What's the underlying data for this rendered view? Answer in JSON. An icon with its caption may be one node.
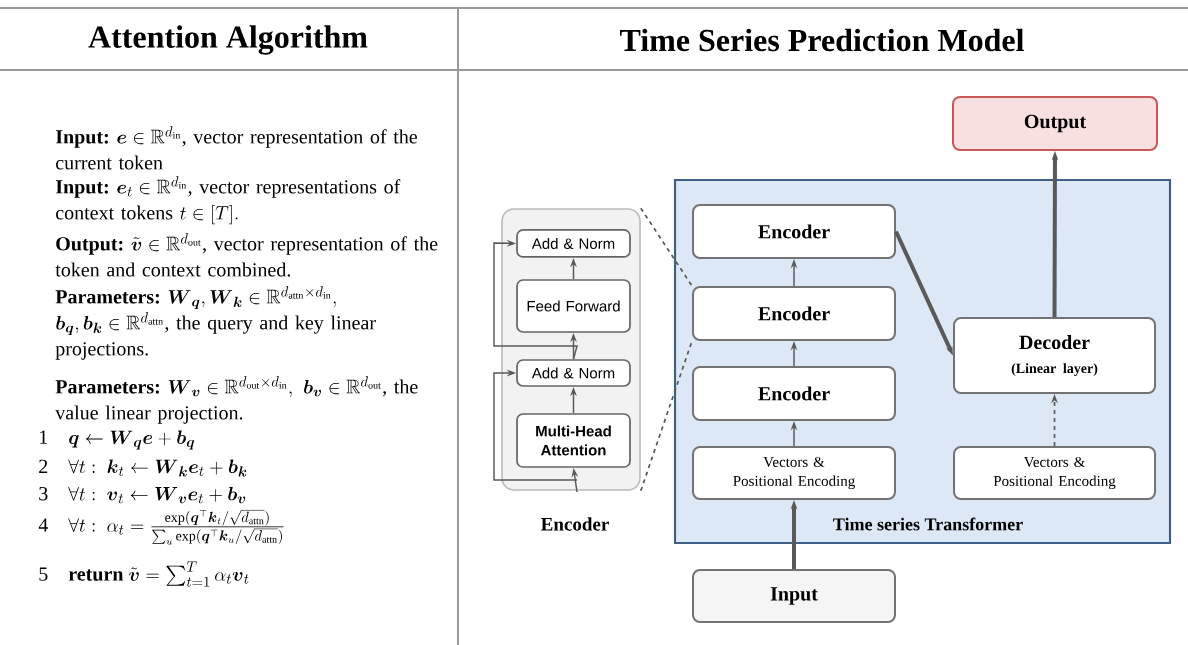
{
  "diagram": {
    "nodes": [
      {
        "text": [
          "Encoder"
        ]
      },
      {
        "text": [
          "Add & Norm"
        ],
        "in": 0
      },
      {
        "text": [
          "Feed Forward"
        ],
        "in": 0
      },
      {
        "text": [
          "Add & Norm"
        ],
        "in": 0
      },
      {
        "text": [
          "Multi-Head Attention"
        ],
        "in": 0
      },
      {
        "text": [
          "Time series Transformer"
        ]
      },
      {
        "text": [
          "Encoder"
        ],
        "in": 5
      },
      {
        "text": [
          "Encoder"
        ],
        "in": 5
      },
      {
        "text": [
          "Encoder"
        ],
        "in": 5
      },
      {
        "text": [
          "Vectors & Positional Encoding"
        ],
        "in": 5
      },
      {
        "text": [
          "Decoder",
          "(Linear layer)"
        ],
        "in": 5
      },
      {
        "text": [
          "Vectors & Positional Encoding"
        ],
        "in": 5
      },
      {
        "text": [
          "Output"
        ]
      },
      {
        "text": [
          "Input"
        ]
      }
    ],
    "edges": [
      {
        "from": 4,
        "to": 3,
        "arrow": "to"
      },
      {
        "from": 3,
        "to": 2,
        "arrow": "to"
      },
      {
        "from": 2,
        "to": 1,
        "arrow": "to"
      },
      {
        "from": null,
        "to": 4,
        "arrow": "to"
      },
      {
        "from": null,
        "to": 3,
        "arrow": "to"
      },
      {
        "from": 3,
        "to": 1,
        "arrow": "to"
      },
      {
        "from": 0,
        "to": 7,
        "arrow": "none",
        "style": "dashed"
      },
      {
        "from": 0,
        "to": 7,
        "arrow": "none",
        "style": "dashed"
      },
      {
        "from": 9,
        "to": 8,
        "arrow": "to"
      },
      {
        "from": 8,
        "to": 7,
        "arrow": "to"
      },
      {
        "from": 7,
        "to": 6,
        "arrow": "to"
      },
      {
        "from": 6,
        "to": 10,
        "arrow": "to",
        "style": "thick"
      },
      {
        "from": 11,
        "to": 10,
        "arrow": "to",
        "style": "dashed"
      },
      {
        "from": 10,
        "to": 12,
        "arrow": "to",
        "style": "thick"
      },
      {
        "from": 13,
        "to": 9,
        "arrow": "to",
        "style": "thick"
      }
    ],
    "labels": [
      "Attention Algorithm",
      "Time Series Prediction Model",
      "Input:",
      "\\boldsymbol{e}\\in\\mathbb{R}^{d_{\\mathrm{in}}}",
      ", vector representation of the current token",
      "Input:",
      "\\boldsymbol{e}_t\\in\\mathbb{R}^{d_{\\mathrm{in}}}",
      ", vector representations of context tokens",
      "t\\in[T].",
      "Output:",
      "\\tilde{\\boldsymbol{v}}\\in\\mathbb{R}^{d_{\\mathrm{out}}}",
      ", vector representation of the token and context combined.",
      "Parameters:",
      "\\boldsymbol{W}_{\\boldsymbol{q}},\\boldsymbol{W}_{\\boldsymbol{k}}\\in\\mathbb{R}^{d_{\\mathrm{attn}}\\times d_{\\mathrm{in}}},",
      "\\boldsymbol{b}_{\\boldsymbol{q}},\\boldsymbol{b}_{\\boldsymbol{k}}\\in\\mathbb{R}^{d_{\\mathrm{attn}}}",
      ", the query and key linear projections.",
      "Parameters:",
      "\\boldsymbol{W}_{\\boldsymbol{v}}\\in\\mathbb{R}^{d_{\\mathrm{out}}\\times d_{\\mathrm{in}}},\\ \\boldsymbol{b}_{\\boldsymbol{v}}\\in\\mathbb{R}^{d_{\\mathrm{out}}}",
      ", the value linear projection.",
      "1",
      "\\boldsymbol{q}\\leftarrow\\boldsymbol{W}_{\\boldsymbol{q}}\\boldsymbol{e}+\\boldsymbol{b}_{\\boldsymbol{q}}",
      "2",
      "\\forall t:\\ \\boldsymbol{k}_t\\leftarrow\\boldsymbol{W}_{\\boldsymbol{k}}\\boldsymbol{e}_t+\\boldsymbol{b}_{\\boldsymbol{k}}",
      "3",
      "\\forall t:\\ \\boldsymbol{v}_t\\leftarrow\\boldsymbol{W}_{\\boldsymbol{v}}\\boldsymbol{e}_t+\\boldsymbol{b}_{\\boldsymbol{v}}",
      "4",
      "\\forall t:\\ \\alpha_t=\\frac{\\exp(\\boldsymbol{q}^{\\top}\\boldsymbol{k}_t/\\sqrt{d_{\\mathrm{attn}}})}{\\sum_u\\exp(\\boldsymbol{q}^{\\top}\\boldsymbol{k}_u/\\sqrt{d_{\\mathrm{attn}}})}",
      "5",
      "return",
      "\\tilde{\\boldsymbol{v}}=\\sum_{t=1}^{T}\\alpha_t\\boldsymbol{v}_t"
    ]
  }
}
